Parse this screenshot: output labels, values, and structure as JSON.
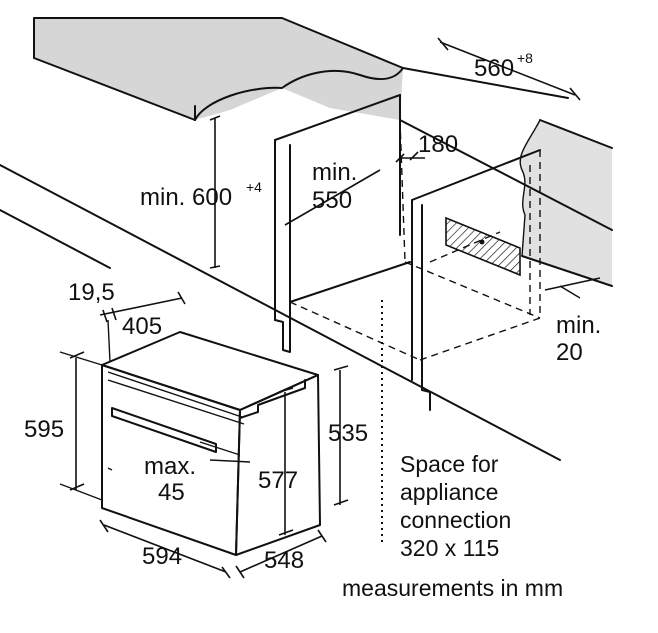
{
  "labels": {
    "dim_560": "560",
    "dim_560_sup": "+8",
    "dim_180": "180",
    "min_550_line1": "min.",
    "min_550_line2": "550",
    "min_600": "min. 600",
    "min_600_sup": "+4",
    "dim_19_5": "19,5",
    "dim_405": "405",
    "min_20_line1": "min.",
    "min_20_line2": "20",
    "dim_595": "595",
    "dim_535": "535",
    "max_45_line1": "max.",
    "max_45_line2": "45",
    "dim_577": "577",
    "dim_594": "594",
    "dim_548": "548",
    "space_line1": "Space for",
    "space_line2": "appliance",
    "space_line3": "connection",
    "space_line4": "320 x 115",
    "footer": "measurements in mm"
  }
}
